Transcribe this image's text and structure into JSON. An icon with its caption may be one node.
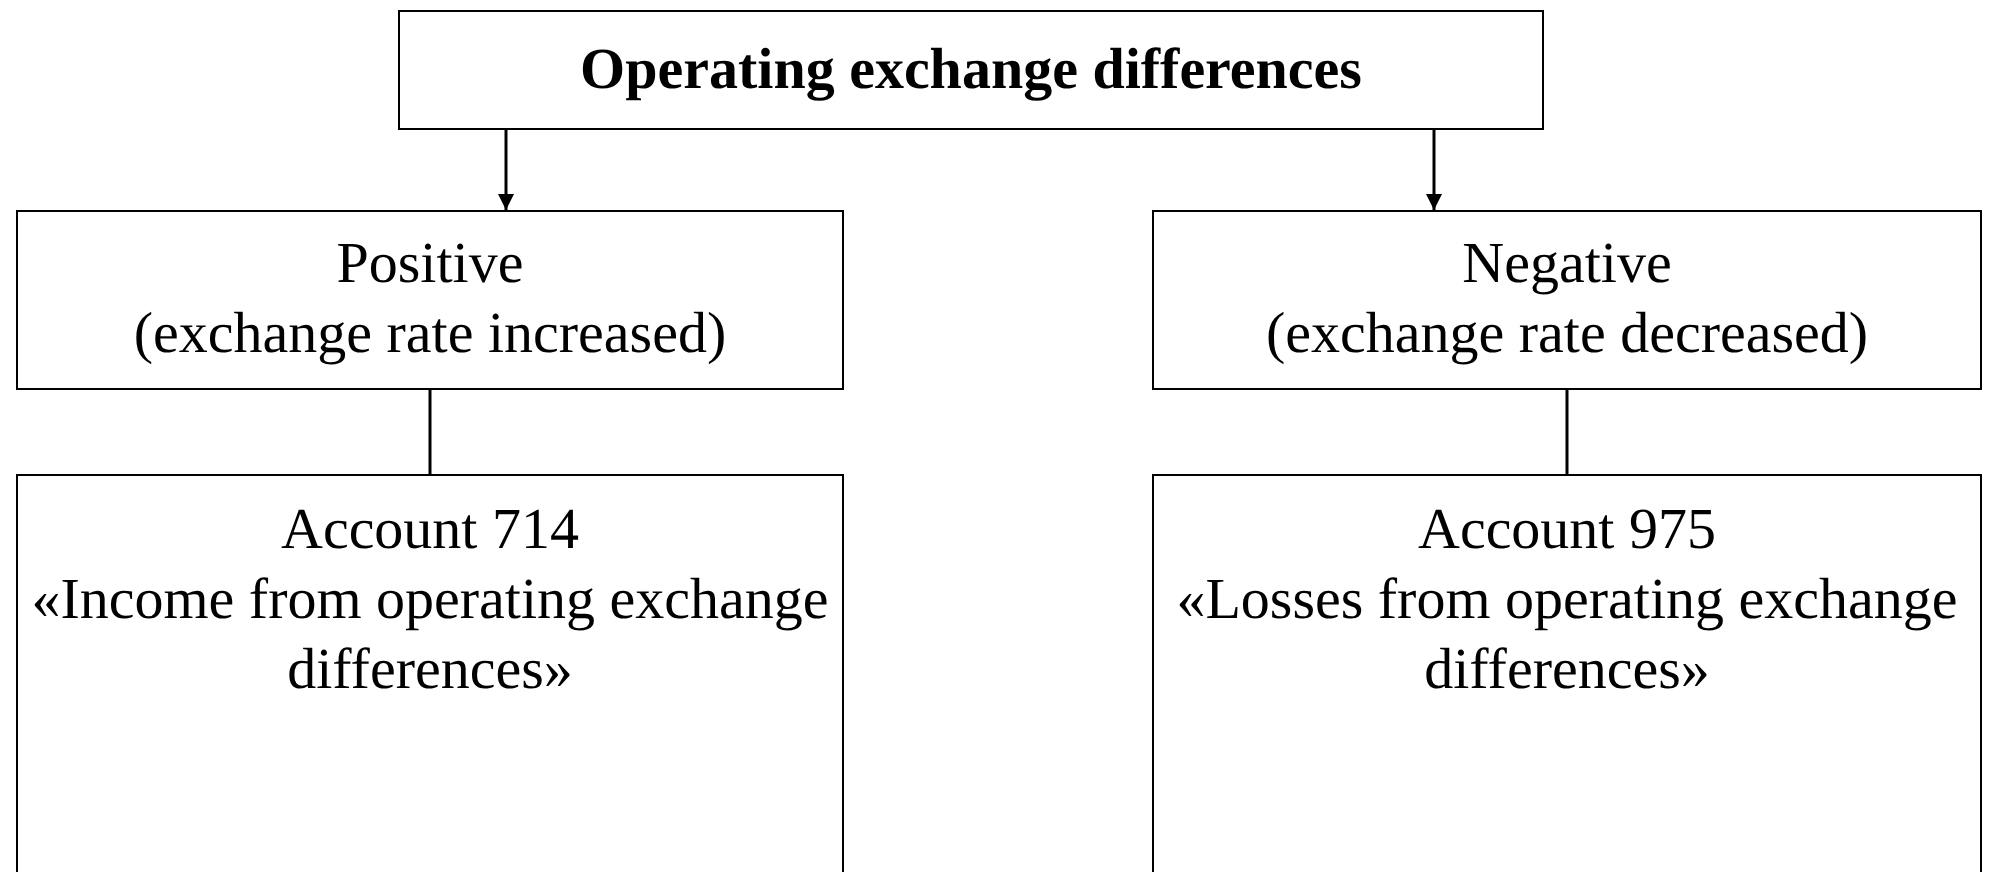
{
  "diagram": {
    "nodes": [
      {
        "text": [
          "Operating exchange differences"
        ]
      },
      {
        "text": [
          "Positive",
          "(exchange rate increased)"
        ]
      },
      {
        "text": [
          "Negative",
          "(exchange rate decreased)"
        ]
      },
      {
        "text": [
          "Account 714",
          "«Income from operating exchange differences»"
        ]
      },
      {
        "text": [
          "Account 975",
          "«Losses from operating exchange differences»"
        ]
      }
    ],
    "edges": [
      {
        "from": 0,
        "to": 1,
        "arrow": "to"
      },
      {
        "from": 0,
        "to": 2,
        "arrow": "to"
      },
      {
        "from": 1,
        "to": 3,
        "arrow": "none"
      },
      {
        "from": 2,
        "to": 4,
        "arrow": "none"
      }
    ]
  }
}
